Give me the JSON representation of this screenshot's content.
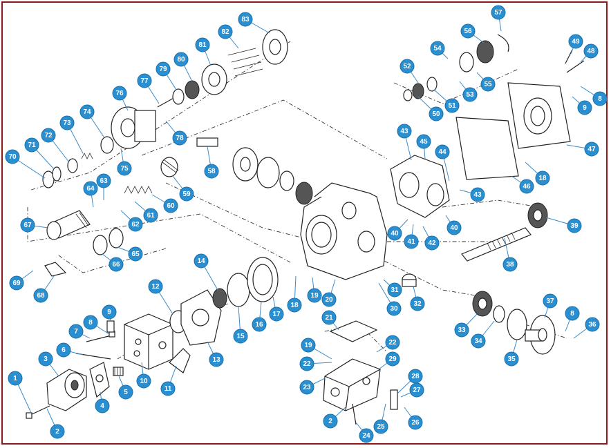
{
  "diagram": {
    "callouts": [
      {
        "id": "c1",
        "label": "1"
      },
      {
        "id": "c2a",
        "label": "2"
      },
      {
        "id": "c3",
        "label": "3"
      },
      {
        "id": "c4",
        "label": "4"
      },
      {
        "id": "c5",
        "label": "5"
      },
      {
        "id": "c6",
        "label": "6"
      },
      {
        "id": "c7",
        "label": "7"
      },
      {
        "id": "c8a",
        "label": "8"
      },
      {
        "id": "c9a",
        "label": "9"
      },
      {
        "id": "c10",
        "label": "10"
      },
      {
        "id": "c11",
        "label": "11"
      },
      {
        "id": "c12",
        "label": "12"
      },
      {
        "id": "c13",
        "label": "13"
      },
      {
        "id": "c14",
        "label": "14"
      },
      {
        "id": "c15",
        "label": "15"
      },
      {
        "id": "c16",
        "label": "16"
      },
      {
        "id": "c17",
        "label": "17"
      },
      {
        "id": "c18a",
        "label": "18"
      },
      {
        "id": "c19a",
        "label": "19"
      },
      {
        "id": "c20",
        "label": "20"
      },
      {
        "id": "c21",
        "label": "21"
      },
      {
        "id": "c22a",
        "label": "22"
      },
      {
        "id": "c19b",
        "label": "19"
      },
      {
        "id": "c22b",
        "label": "22"
      },
      {
        "id": "c23",
        "label": "23"
      },
      {
        "id": "c29",
        "label": "29"
      },
      {
        "id": "c28",
        "label": "28"
      },
      {
        "id": "c27",
        "label": "27"
      },
      {
        "id": "c2b",
        "label": "2"
      },
      {
        "id": "c24",
        "label": "24"
      },
      {
        "id": "c25",
        "label": "25"
      },
      {
        "id": "c26",
        "label": "26"
      },
      {
        "id": "c30",
        "label": "30"
      },
      {
        "id": "c31",
        "label": "31"
      },
      {
        "id": "c32",
        "label": "32"
      },
      {
        "id": "c33",
        "label": "33"
      },
      {
        "id": "c34",
        "label": "34"
      },
      {
        "id": "c35",
        "label": "35"
      },
      {
        "id": "c37",
        "label": "37"
      },
      {
        "id": "c8b",
        "label": "8"
      },
      {
        "id": "c36",
        "label": "36"
      },
      {
        "id": "c38",
        "label": "38"
      },
      {
        "id": "c39",
        "label": "39"
      },
      {
        "id": "c40a",
        "label": "40"
      },
      {
        "id": "c40b",
        "label": "40"
      },
      {
        "id": "c41",
        "label": "41"
      },
      {
        "id": "c42",
        "label": "42"
      },
      {
        "id": "c43a",
        "label": "43"
      },
      {
        "id": "c43b",
        "label": "43"
      },
      {
        "id": "c44",
        "label": "44"
      },
      {
        "id": "c45",
        "label": "45"
      },
      {
        "id": "c46",
        "label": "46"
      },
      {
        "id": "c47",
        "label": "47"
      },
      {
        "id": "c18b",
        "label": "18"
      },
      {
        "id": "c48",
        "label": "48"
      },
      {
        "id": "c49",
        "label": "49"
      },
      {
        "id": "c8c",
        "label": "8"
      },
      {
        "id": "c9b",
        "label": "9"
      },
      {
        "id": "c50",
        "label": "50"
      },
      {
        "id": "c51",
        "label": "51"
      },
      {
        "id": "c52",
        "label": "52"
      },
      {
        "id": "c53",
        "label": "53"
      },
      {
        "id": "c54",
        "label": "54"
      },
      {
        "id": "c55",
        "label": "55"
      },
      {
        "id": "c56",
        "label": "56"
      },
      {
        "id": "c57",
        "label": "57"
      },
      {
        "id": "c58",
        "label": "58"
      },
      {
        "id": "c59",
        "label": "59"
      },
      {
        "id": "c60",
        "label": "60"
      },
      {
        "id": "c61",
        "label": "61"
      },
      {
        "id": "c62",
        "label": "62"
      },
      {
        "id": "c63",
        "label": "63"
      },
      {
        "id": "c64",
        "label": "64"
      },
      {
        "id": "c65",
        "label": "65"
      },
      {
        "id": "c66",
        "label": "66"
      },
      {
        "id": "c67",
        "label": "67"
      },
      {
        "id": "c68",
        "label": "68"
      },
      {
        "id": "c69",
        "label": "69"
      },
      {
        "id": "c70",
        "label": "70"
      },
      {
        "id": "c71",
        "label": "71"
      },
      {
        "id": "c72",
        "label": "72"
      },
      {
        "id": "c73",
        "label": "73"
      },
      {
        "id": "c74",
        "label": "74"
      },
      {
        "id": "c75",
        "label": "75"
      },
      {
        "id": "c76",
        "label": "76"
      },
      {
        "id": "c77",
        "label": "77"
      },
      {
        "id": "c78",
        "label": "78"
      },
      {
        "id": "c79",
        "label": "79"
      },
      {
        "id": "c80",
        "label": "80"
      },
      {
        "id": "c81",
        "label": "81"
      },
      {
        "id": "c82",
        "label": "82"
      },
      {
        "id": "c83",
        "label": "83"
      }
    ],
    "colors": {
      "callout_fill": "#2a8fd0",
      "frame": "#8b1a1a",
      "line_art": "#222222"
    }
  }
}
